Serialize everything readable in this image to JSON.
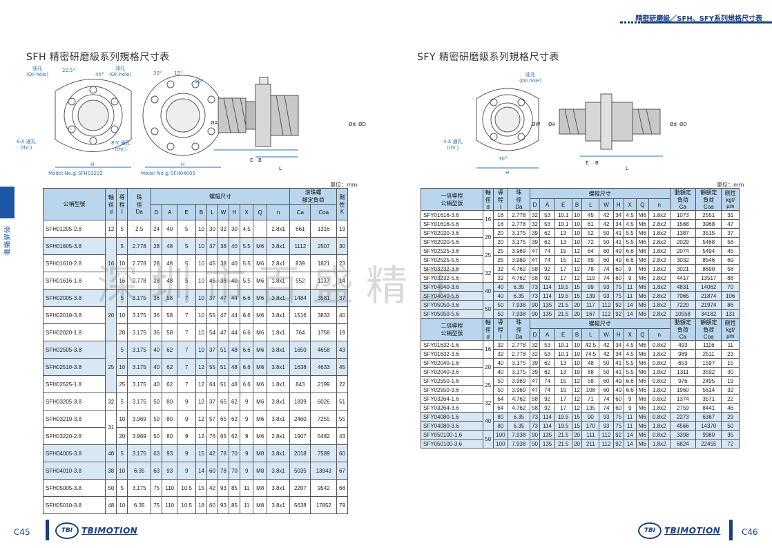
{
  "header": {
    "title": "精密研磨級／SFH、SFY系列規格尺寸表"
  },
  "side_tab": {
    "label": "滾珠螺桿"
  },
  "watermark": "深圳市百盛精工",
  "left": {
    "title": "SFH 精密研磨級系列規格尺寸表",
    "unit": "單位：mm",
    "page": "C45",
    "drawing": {
      "oil_hole_1": "油孔\n(Oil hole)",
      "oil_hole_2": "油孔\n(Oil hole)",
      "angle_a": "22.5°",
      "angle_b": "45°",
      "angle_c": "30°",
      "angle_d": "15°",
      "angle_e": "30°",
      "holes_6": "6-X 通孔\n(thr.)",
      "holes_8": "8-X 通孔\n(thr.)",
      "model_a": "Model No.≦ SFH03232",
      "model_b": "Model No.≧ SFH04005",
      "H": "H",
      "H2": "H",
      "E": "E",
      "B": "B",
      "L": "L",
      "dA": "ØA",
      "dd": "Ød",
      "dD": "ØD"
    },
    "headers": {
      "model": "公稱型號",
      "d": "軸\n徑\nd",
      "l": "導\n程\nl",
      "da": "珠\n徑\nDa",
      "nut": "螺帽尺寸",
      "load": "滾珠螺\n額定負荷",
      "k": "剛\n性\nK",
      "cols": [
        "D",
        "A",
        "E",
        "B",
        "L",
        "W",
        "H",
        "X",
        "Q",
        "n",
        "Ca",
        "Coa"
      ]
    },
    "rows": [
      [
        "SFH01205-2.8",
        "12",
        "5",
        "2.5",
        "24",
        "40",
        "5",
        "10",
        "30",
        "32",
        "30",
        "4.5",
        "",
        "2.8x1",
        "661",
        "1316",
        "19"
      ],
      [
        "SFH01605-3.8",
        "",
        "5",
        "2.778",
        "28",
        "48",
        "5",
        "10",
        "37",
        "38",
        "40",
        "5.5",
        "M6",
        "3.8x1",
        "1112",
        "2507",
        "30"
      ],
      [
        "SFH01610-2.8",
        "",
        "10",
        "2.778",
        "28",
        "48",
        "5",
        "10",
        "45",
        "38",
        "40",
        "5.5",
        "M6",
        "2.8x1",
        "839",
        "1821",
        "23"
      ],
      [
        "SFH01616-1.8",
        "",
        "16",
        "2.778",
        "28",
        "48",
        "5",
        "10",
        "45",
        "38",
        "40",
        "5.5",
        "M6",
        "1.8x1",
        "552",
        "1137",
        "14"
      ],
      [
        "SFH02005-3.8",
        "",
        "5",
        "3.175",
        "36",
        "58",
        "7",
        "10",
        "37",
        "47",
        "44",
        "6.6",
        "M6",
        "3.8x1",
        "1484",
        "3581",
        "37"
      ],
      [
        "SFH02010-3.8",
        "",
        "10",
        "3.175",
        "36",
        "58",
        "7",
        "10",
        "55",
        "47",
        "44",
        "6.6",
        "M6",
        "3.8x1",
        "1516",
        "3833",
        "40"
      ],
      [
        "SFH02020-1.8",
        "",
        "20",
        "3.175",
        "36",
        "58",
        "7",
        "10",
        "54",
        "47",
        "44",
        "6.6",
        "M6",
        "1.8x1",
        "764",
        "1758",
        "19"
      ],
      [
        "SFH02505-3.8",
        "",
        "5",
        "3.175",
        "40",
        "62",
        "7",
        "10",
        "37",
        "51",
        "48",
        "6.6",
        "M6",
        "3.8x1",
        "1650",
        "4658",
        "43"
      ],
      [
        "SFH02510-3.8",
        "",
        "10",
        "3.175",
        "40",
        "62",
        "7",
        "12",
        "55",
        "51",
        "48",
        "6.6",
        "M6",
        "3.8x1",
        "1638",
        "4633",
        "45"
      ],
      [
        "SFH02525-1.8",
        "",
        "25",
        "3.175",
        "40",
        "62",
        "7",
        "12",
        "64",
        "51",
        "48",
        "6.6",
        "M6",
        "1.8x1",
        "843",
        "2199",
        "22"
      ],
      [
        "SFH03205-3.8",
        "32",
        "5",
        "3.175",
        "50",
        "80",
        "9",
        "12",
        "37",
        "65",
        "62",
        "9",
        "M6",
        "3.8x1",
        "1839",
        "6026",
        "51"
      ],
      [
        "SFH03210-3.8",
        "",
        "10",
        "3.969",
        "50",
        "80",
        "9",
        "12",
        "57",
        "65",
        "62",
        "9",
        "M6",
        "3.8x1",
        "2460",
        "7255",
        "55"
      ],
      [
        "SFH03220-2.8",
        "",
        "20",
        "3.969",
        "50",
        "80",
        "9",
        "12",
        "76",
        "65",
        "62",
        "9",
        "M6",
        "2.8x1",
        "1907",
        "5482",
        "43"
      ],
      [
        "SFH04005-3.8",
        "40",
        "5",
        "3.175",
        "63",
        "93",
        "9",
        "15",
        "42",
        "78",
        "70",
        "9",
        "M8",
        "3.8x1",
        "2018",
        "7589",
        "60"
      ],
      [
        "SFH04010-3.8",
        "38",
        "10",
        "6.35",
        "63",
        "93",
        "9",
        "14",
        "60",
        "78",
        "70",
        "9",
        "M8",
        "3.8x1",
        "5035",
        "13943",
        "67"
      ],
      [
        "SFH05005-3.8",
        "50",
        "5",
        "3.175",
        "75",
        "110",
        "10.5",
        "15",
        "42",
        "93",
        "85",
        "11",
        "M8",
        "3.8x1",
        "2207",
        "9542",
        "68"
      ],
      [
        "SFH05010-3.8",
        "48",
        "10",
        "6.35",
        "75",
        "110",
        "10.5",
        "18",
        "60",
        "93",
        "85",
        "11",
        "M8",
        "3.8x1",
        "5638",
        "17852",
        "79"
      ]
    ],
    "merged_d": [
      {
        "row": 1,
        "span": 3,
        "value": "16"
      },
      {
        "row": 4,
        "span": 3,
        "value": "20"
      },
      {
        "row": 7,
        "span": 3,
        "value": "25"
      },
      {
        "row": 11,
        "span": 2,
        "value": "31"
      }
    ]
  },
  "right": {
    "title": "SFY 精密研磨級系列規格尺寸表",
    "unit": "單位：mm",
    "page": "C46",
    "drawing": {
      "oil_hole": "油孔\n(Oil hole)",
      "holes_4": "4-X 通孔\n(thr.)",
      "angle": "30°",
      "dW": "ØW",
      "dA": "ØA",
      "dd": "Ød",
      "dD": "ØD",
      "E": "E",
      "B": "B",
      "L": "L",
      "H": "H"
    },
    "headers": {
      "group1": "一倍導程\n公稱型號",
      "group2": "二倍導程\n公稱型號",
      "d": "軸\n徑\nd",
      "l": "導\n程\nl",
      "da": "珠\n徑\nDa",
      "nut": "螺帽尺寸",
      "ca": "動額定\n負荷\nCa",
      "coa": "靜額定\n負荷\nCoa",
      "k": "剛性\nkgf/\nμm",
      "cols": [
        "D",
        "A",
        "E",
        "B",
        "L",
        "W",
        "H",
        "X",
        "Q",
        "n"
      ]
    },
    "rows1": [
      [
        "SFY01616-3.6",
        "16",
        "16",
        "2.778",
        "32",
        "53",
        "10.1",
        "10",
        "45",
        "42",
        "34",
        "4.5",
        "M6",
        "1.8x2",
        "1073",
        "2551",
        "31"
      ],
      [
        "SFY01616-5.6",
        "",
        "16",
        "2.778",
        "32",
        "53",
        "10.1",
        "10",
        "61",
        "42",
        "34",
        "4.5",
        "M6",
        "2.8x2",
        "1568",
        "3968",
        "47"
      ],
      [
        "SFY02020-3.6",
        "20",
        "20",
        "3.175",
        "39",
        "62",
        "13",
        "10",
        "52",
        "50",
        "41",
        "5.5",
        "M6",
        "1.8x2",
        "1387",
        "3515",
        "37"
      ],
      [
        "SFY02020-5.6",
        "",
        "20",
        "3.175",
        "39",
        "62",
        "13",
        "10",
        "72",
        "50",
        "41",
        "5.5",
        "M6",
        "2.8x2",
        "2029",
        "5468",
        "56"
      ],
      [
        "SFY02525-3.6",
        "25",
        "25",
        "3.969",
        "47",
        "74",
        "15",
        "12",
        "64",
        "60",
        "49",
        "6.6",
        "M6",
        "1.8x2",
        "2074",
        "5494",
        "45"
      ],
      [
        "SFY02525-5.6",
        "",
        "25",
        "3.969",
        "47",
        "74",
        "15",
        "12",
        "89",
        "60",
        "49",
        "6.6",
        "M6",
        "2.8x2",
        "3032",
        "8546",
        "69"
      ],
      [
        "SFY03232-3.6",
        "32",
        "32",
        "4.762",
        "58",
        "92",
        "17",
        "12",
        "78",
        "74",
        "60",
        "9",
        "M6",
        "1.8x2",
        "3021",
        "8690",
        "58"
      ],
      [
        "SFY03232-5.6",
        "",
        "32",
        "4.762",
        "58",
        "92",
        "17",
        "12",
        "110",
        "74",
        "60",
        "9",
        "M6",
        "2.8x2",
        "4417",
        "13517",
        "88"
      ],
      [
        "SFY04040-3.6",
        "40",
        "40",
        "6.35",
        "73",
        "114",
        "19.5",
        "15",
        "99",
        "93",
        "75",
        "11",
        "M6",
        "1.8x2",
        "4831",
        "14062",
        "70"
      ],
      [
        "SFY04040-5.6",
        "",
        "40",
        "6.35",
        "73",
        "114",
        "19.5",
        "15",
        "139",
        "93",
        "75",
        "11",
        "M6",
        "2.8x2",
        "7065",
        "21874",
        "106"
      ],
      [
        "SFY05050-3.6",
        "50",
        "50",
        "7.938",
        "90",
        "135",
        "21.5",
        "20",
        "117",
        "112",
        "92",
        "14",
        "M6",
        "1.8x2",
        "7220",
        "21974",
        "86"
      ],
      [
        "SFY05050-5.6",
        "",
        "50",
        "7.938",
        "90",
        "135",
        "21.5",
        "20",
        "167",
        "112",
        "92",
        "14",
        "M6",
        "2.8x2",
        "10558",
        "34182",
        "131"
      ]
    ],
    "rows2": [
      [
        "SFY01632-1.6",
        "16",
        "32",
        "2.778",
        "32",
        "53",
        "10.1",
        "10",
        "42.5",
        "42",
        "34",
        "4.5",
        "M6",
        "0.8x2",
        "493",
        "1116",
        "11"
      ],
      [
        "SFY01632-3.6",
        "",
        "32",
        "2.778",
        "32",
        "53",
        "10.1",
        "10",
        "74.5",
        "42",
        "34",
        "4.5",
        "M6",
        "1.8x2",
        "989",
        "2511",
        "23"
      ],
      [
        "SFY02040-1.6",
        "20",
        "40",
        "3.175",
        "39",
        "62",
        "13",
        "10",
        "48",
        "50",
        "41",
        "5.5",
        "M6",
        "0.8x2",
        "653",
        "1597",
        "15"
      ],
      [
        "SFY02040-3.6",
        "",
        "40",
        "3.175",
        "39",
        "62",
        "13",
        "10",
        "88",
        "50",
        "41",
        "5.5",
        "M6",
        "1.8x2",
        "1311",
        "3592",
        "30"
      ],
      [
        "SFY02550-1.6",
        "25",
        "50",
        "3.969",
        "47",
        "74",
        "15",
        "12",
        "58",
        "60",
        "49",
        "6.6",
        "M6",
        "0.8x2",
        "976",
        "2495",
        "19"
      ],
      [
        "SFY02550-3.6",
        "",
        "50",
        "3.969",
        "47",
        "74",
        "15",
        "12",
        "108",
        "60",
        "49",
        "6.6",
        "M6",
        "1.8x2",
        "1960",
        "5614",
        "32"
      ],
      [
        "SFY03264-1.6",
        "32",
        "64",
        "4.762",
        "58",
        "92",
        "17",
        "12",
        "71",
        "74",
        "60",
        "9",
        "M6",
        "0.8x2",
        "1374",
        "3571",
        "22"
      ],
      [
        "SFY03264-3.6",
        "",
        "64",
        "4.762",
        "58",
        "92",
        "17",
        "12",
        "135",
        "74",
        "60",
        "9",
        "M6",
        "1.8x2",
        "2759",
        "8441",
        "46"
      ],
      [
        "SFY04080-1.6",
        "40",
        "80",
        "6.35",
        "73",
        "114",
        "19.5",
        "15",
        "90",
        "93",
        "75",
        "11",
        "M6",
        "0.8x2",
        "2273",
        "6387",
        "29"
      ],
      [
        "SFY04080-3.6",
        "",
        "80",
        "6.35",
        "73",
        "114",
        "19.5",
        "15",
        "170",
        "93",
        "75",
        "11",
        "M6",
        "1.8x2",
        "4566",
        "14370",
        "50"
      ],
      [
        "SFY050100-1.6",
        "50",
        "100",
        "7.938",
        "90",
        "135",
        "21.5",
        "20",
        "111",
        "112",
        "92",
        "14",
        "M6",
        "0.8x2",
        "3398",
        "9980",
        "35"
      ],
      [
        "SFY050100-3.6",
        "",
        "100",
        "7.938",
        "90",
        "135",
        "21.5",
        "20",
        "211",
        "112",
        "92",
        "14",
        "M6",
        "1.8x2",
        "6824",
        "22455",
        "72"
      ]
    ]
  },
  "logo": {
    "badge": "TBI",
    "name": "TBIMOTION"
  }
}
